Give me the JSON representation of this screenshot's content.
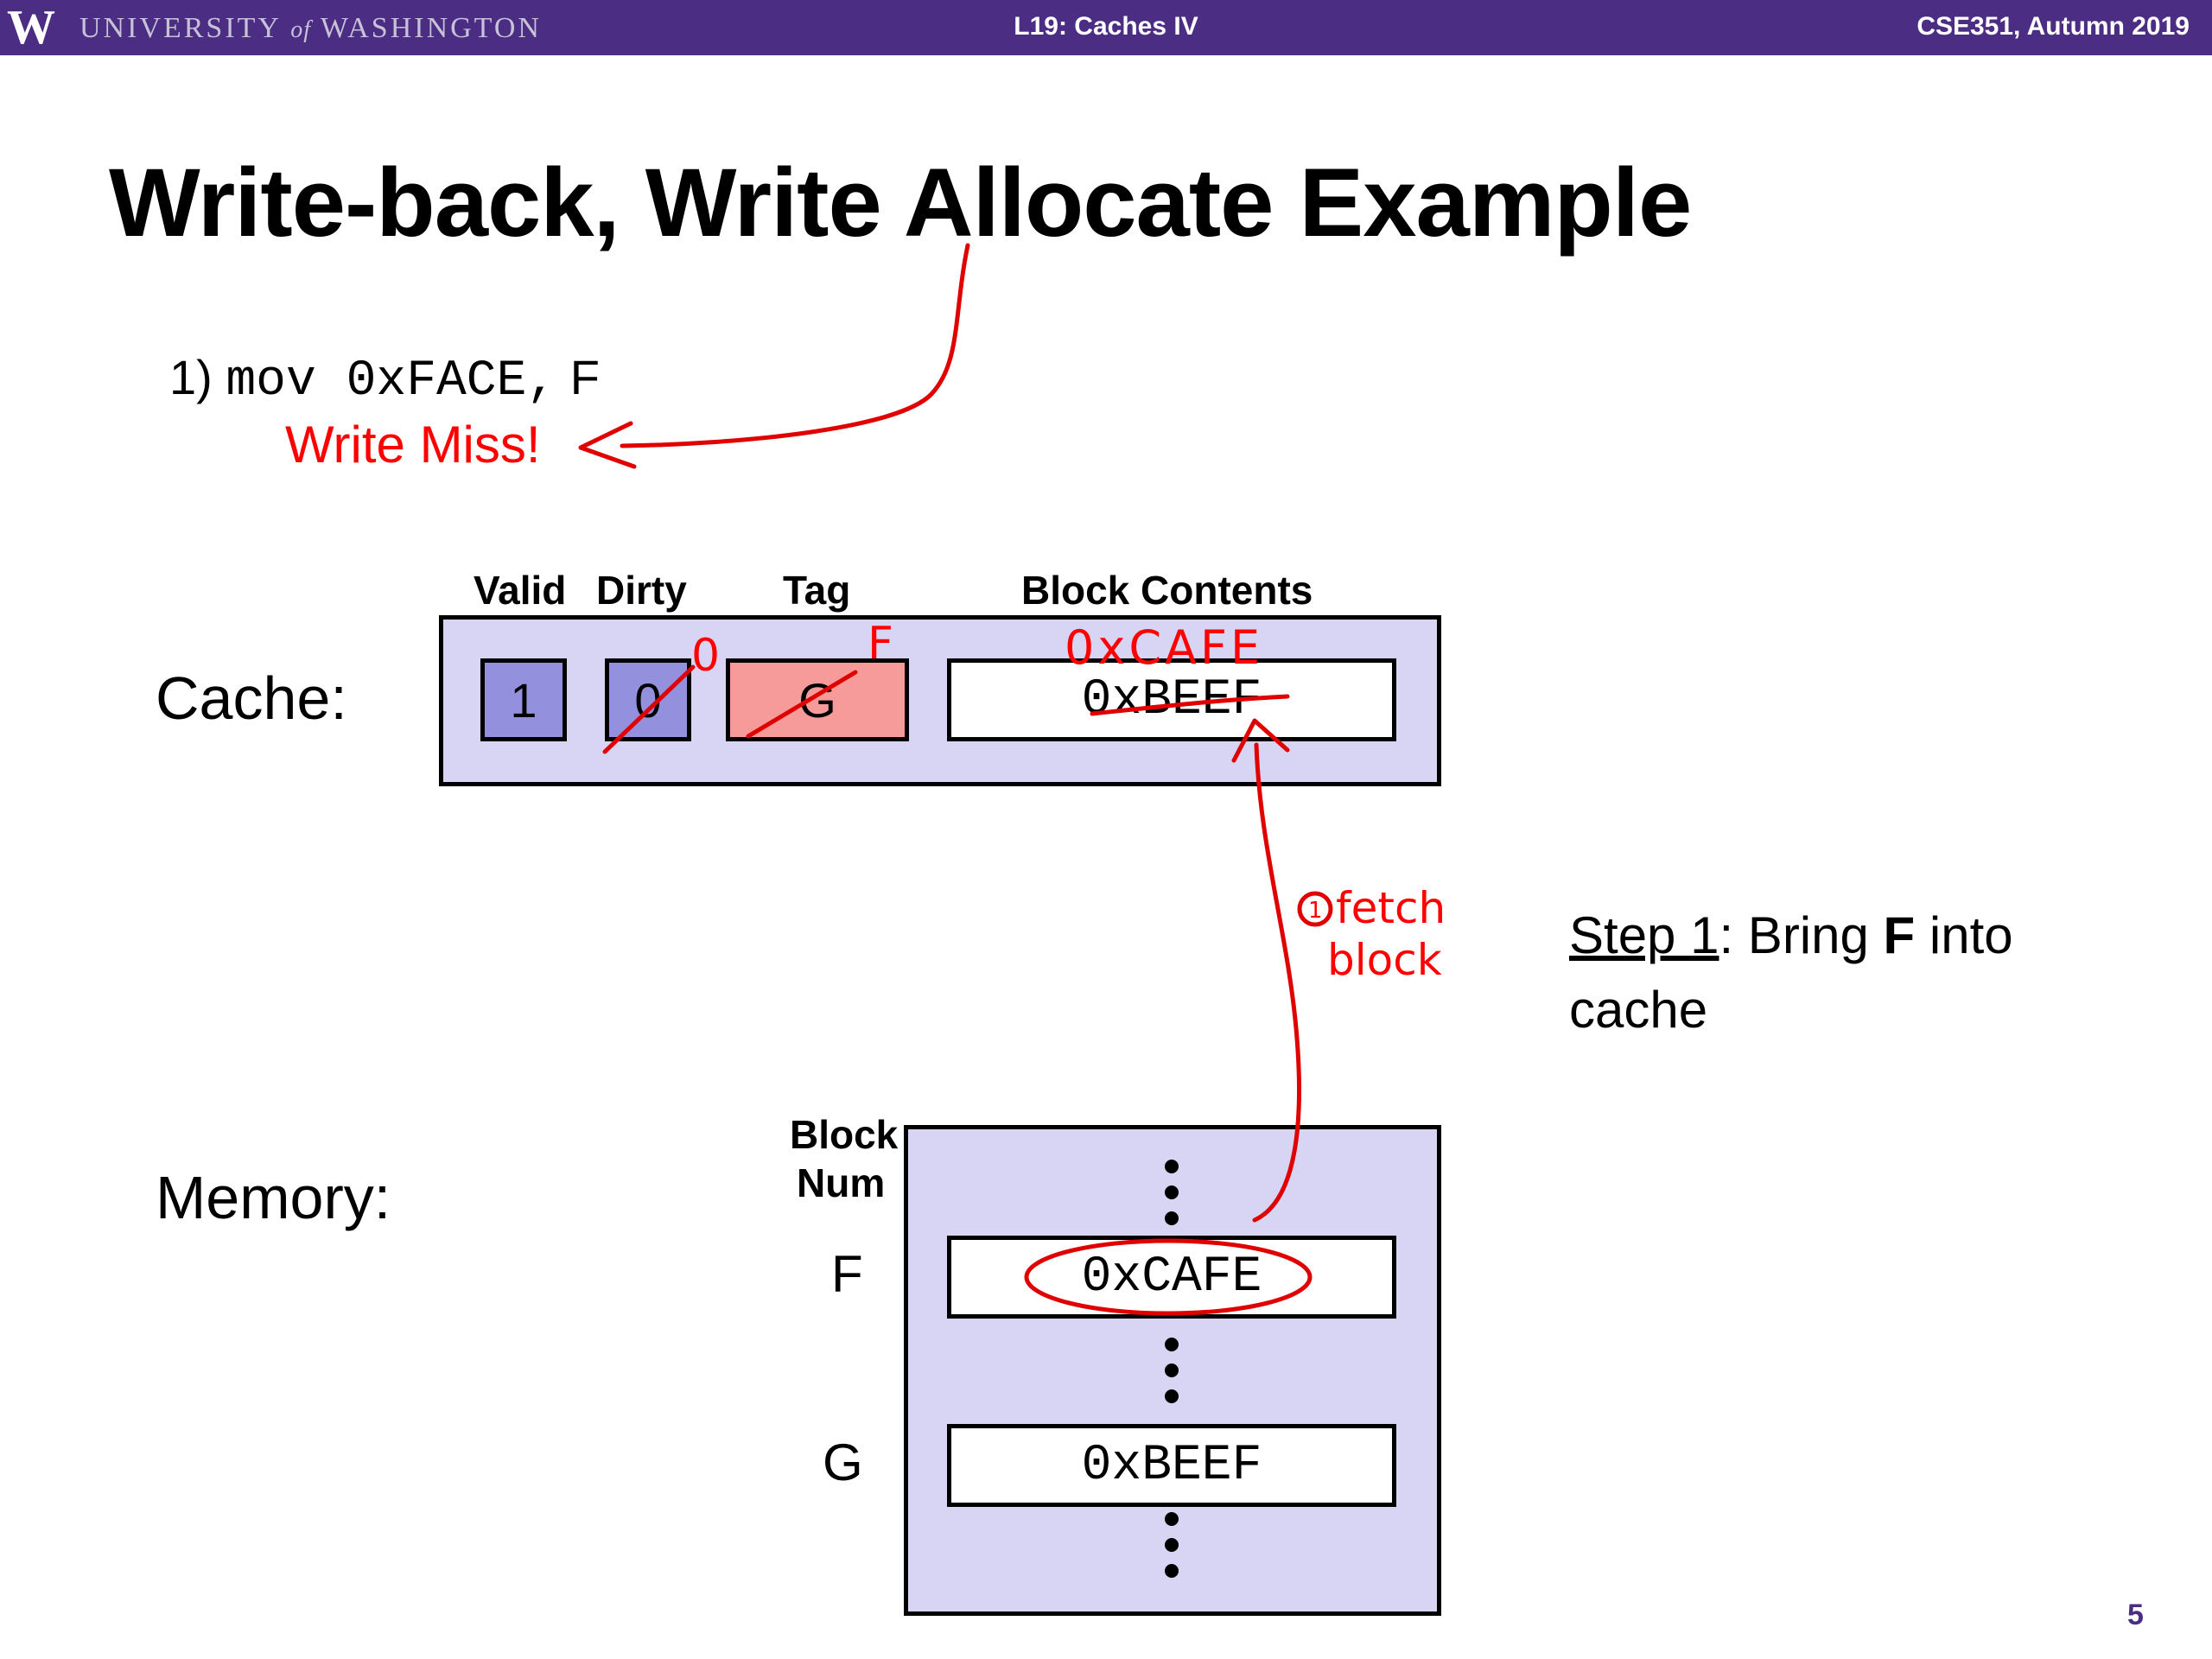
{
  "header": {
    "logo_letter": "W",
    "university_pre": "UNIVERSITY",
    "university_of": "of",
    "university_post": "WASHINGTON",
    "lecture": "L19: Caches IV",
    "course": "CSE351, Autumn 2019"
  },
  "slide": {
    "title": "Write-back, Write Allocate Example",
    "instruction_num": "1)",
    "instruction_code": "mov 0xFACE,",
    "instruction_arg": "F",
    "write_miss": "Write Miss!",
    "page_number": "5"
  },
  "cache": {
    "label": "Cache:",
    "headers": {
      "valid": "Valid",
      "dirty": "Dirty",
      "tag": "Tag",
      "block": "Block Contents"
    },
    "valid": "1",
    "dirty": "0",
    "tag": "G",
    "block": "0xBEEF"
  },
  "memory": {
    "label": "Memory:",
    "header_line1": "Block",
    "header_line2": "Num",
    "rows": [
      {
        "num": "F",
        "value": "0xCAFE"
      },
      {
        "num": "G",
        "value": "0xBEEF"
      }
    ]
  },
  "step": {
    "label": "Step 1",
    "text_pre": ": Bring ",
    "bold": "F",
    "text_post": " into cache"
  },
  "annotations": {
    "dirty_new": "0",
    "tag_new": "F",
    "block_new": "0xCAFE",
    "fetch_num": "1",
    "fetch_line1": "fetch",
    "fetch_line2": "block"
  },
  "colors": {
    "header_bg": "#4b2e83",
    "cache_bg": "#d7d5f3",
    "valid_dirty": "#9391de",
    "tag": "#f79a9a",
    "annotation": "#ff0000"
  }
}
